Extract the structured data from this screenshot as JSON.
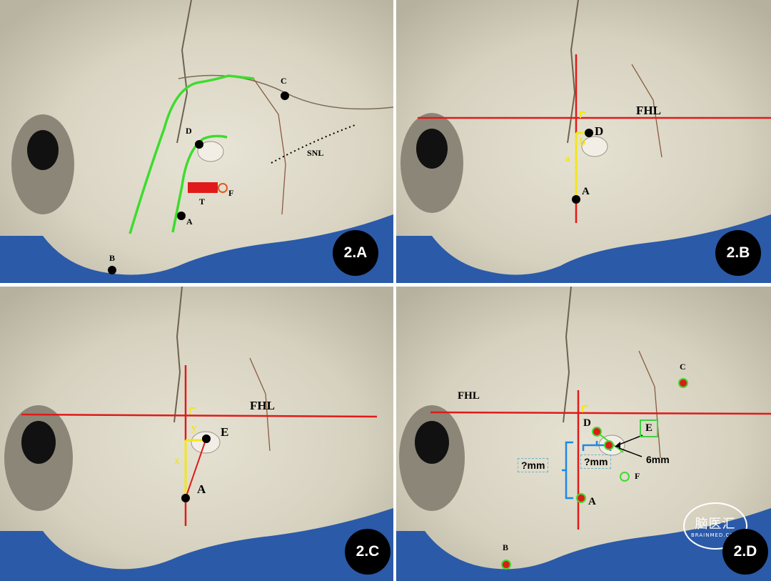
{
  "panels": {
    "a": {
      "badge": "2.A",
      "points": {
        "C": "C",
        "D": "D",
        "A": "A",
        "B": "B",
        "F": "F",
        "T": "T"
      },
      "line_label": "SNL"
    },
    "b": {
      "badge": "2.B",
      "line_label": "FHL",
      "points": {
        "D": "D",
        "A": "A"
      },
      "segments": {
        "a": "a",
        "b": "b"
      }
    },
    "c": {
      "badge": "2.C",
      "line_label": "FHL",
      "points": {
        "E": "E",
        "A": "A"
      },
      "segments": {
        "x": "x",
        "y": "y"
      }
    },
    "d": {
      "badge": "2.D",
      "line_label": "FHL",
      "points": {
        "C": "C",
        "D": "D",
        "E": "E",
        "F": "F",
        "A": "A",
        "B": "B"
      },
      "measure_1": "?mm",
      "measure_2": "?mm",
      "distance": "6mm"
    }
  },
  "watermark": {
    "title": "脑医汇",
    "url": "BRAINMED.COM"
  },
  "colors": {
    "green": "#3ddc2e",
    "red": "#e01a1a",
    "yellow": "#f2e61a",
    "blue": "#1e88e5",
    "dashed": "#6fb3c6"
  }
}
